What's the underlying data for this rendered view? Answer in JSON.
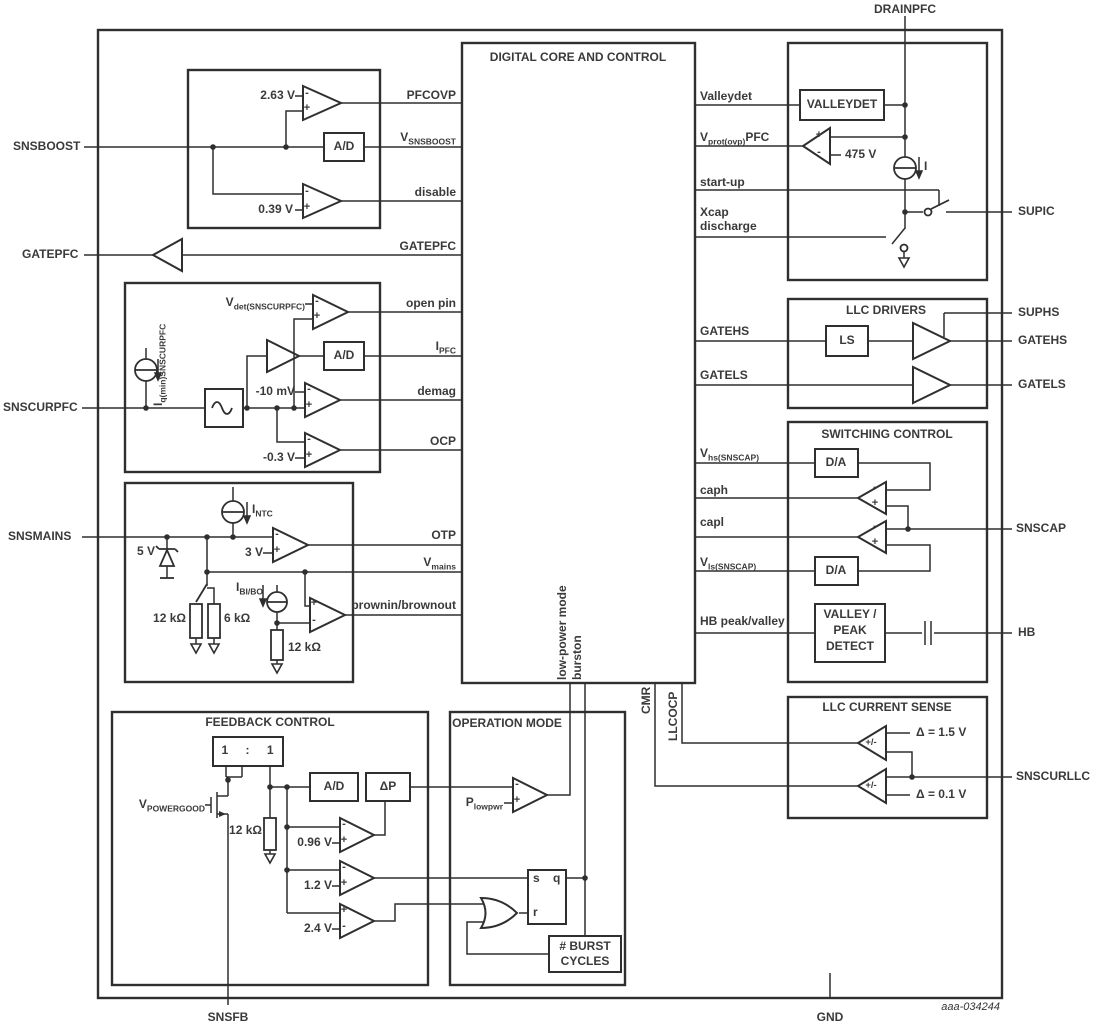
{
  "colors": {
    "line": "#2f2f2f",
    "text": "#3a3a3a"
  },
  "figure_ref": "aaa-034244",
  "signs": {
    "plus": "+",
    "minus": "-",
    "plusminus": "+/-"
  },
  "pins": {
    "drainpfc": "DRAINPFC",
    "snsboost": "SNSBOOST",
    "gatepfc": "GATEPFC",
    "snscurpfc": "SNSCURPFC",
    "snsmains": "SNSMAINS",
    "snsfb": "SNSFB",
    "gnd": "GND",
    "supic": "SUPIC",
    "suphs": "SUPHS",
    "gatehs": "GATEHS",
    "gatels": "GATELS",
    "snscap": "SNSCAP",
    "hb": "HB",
    "snscurllc": "SNSCURLLC"
  },
  "core": {
    "title": "DIGITAL CORE AND CONTROL",
    "left": {
      "pfcovp": "PFCOVP",
      "vsnsboost": {
        "base": "V",
        "sub": "SNSBOOST"
      },
      "disable": "disable",
      "gatepfc": "GATEPFC",
      "open_pin": "open pin",
      "ipfc": {
        "base": "I",
        "sub": "PFC"
      },
      "demag": "demag",
      "ocp": "OCP",
      "otp": "OTP",
      "vmains": {
        "base": "V",
        "sub": "mains"
      },
      "brownin": "brownin/brownout"
    },
    "right": {
      "valleydet": "Valleydet",
      "vprot": {
        "base": "V",
        "sub": "prot(ovp)",
        "suffix": "PFC"
      },
      "startup": "start-up",
      "xcap_1": "Xcap",
      "xcap_2": "discharge",
      "gatehs": "GATEHS",
      "gatels": "GATELS",
      "vhs": {
        "base": "V",
        "sub": "hs(SNSCAP)"
      },
      "caph": "caph",
      "capl": "capl",
      "vls": {
        "base": "V",
        "sub": "ls(SNSCAP)"
      },
      "hb_peak": "HB peak/valley"
    },
    "bottom": {
      "low_power": "low-power mode",
      "burston": "burston",
      "cmr": "CMR",
      "llcocp": "LLCOCP"
    }
  },
  "boost": {
    "ovp_ref": "2.63 V",
    "uvp_ref": "0.39 V",
    "adc": "A/D"
  },
  "pfccur": {
    "det_ref": {
      "base": "V",
      "sub": "det(SNSCURPFC)"
    },
    "iq": {
      "base": "I",
      "sub": "q(min)SNSCURPFC"
    },
    "adc": "A/D",
    "demag_ref": "-10 mV",
    "ocp_ref": "-0.3 V"
  },
  "mains": {
    "intc": {
      "base": "I",
      "sub": "NTC"
    },
    "otp_ref": "3 V",
    "zener": "5 V",
    "r_12k": "12 kΩ",
    "r_6k": "6 kΩ",
    "ibibo": {
      "base": "I",
      "sub": "BI/BO"
    },
    "r_12k_b": "12 kΩ"
  },
  "feedback": {
    "title": "FEEDBACK CONTROL",
    "ratio": "1 : 1",
    "vpowergood": {
      "base": "V",
      "sub": "POWERGOOD"
    },
    "r_12k": "12 kΩ",
    "adc": "A/D",
    "dp": "ΔP",
    "ref_096": "0.96 V",
    "ref_12": "1.2 V",
    "ref_24": "2.4 V"
  },
  "operation": {
    "title": "OPERATION MODE",
    "plowpwr": {
      "base": "P",
      "sub": "lowpwr"
    },
    "ff_s": "s",
    "ff_q": "q",
    "ff_r": "r",
    "burst_1": "# BURST",
    "burst_2": "CYCLES"
  },
  "hv": {
    "valleydet": "VALLEYDET",
    "ovp_ref": "475 V",
    "isrc": "I"
  },
  "drivers": {
    "title": "LLC DRIVERS",
    "ls": "LS"
  },
  "switching": {
    "title": "SWITCHING CONTROL",
    "dac_hs": "D/A",
    "dac_ls": "D/A",
    "vpd_1": "VALLEY /",
    "vpd_2": "PEAK",
    "vpd_3": "DETECT"
  },
  "llcsense": {
    "title": "LLC CURRENT SENSE",
    "ref_high": "Δ = 1.5 V",
    "ref_low": "Δ = 0.1 V"
  }
}
